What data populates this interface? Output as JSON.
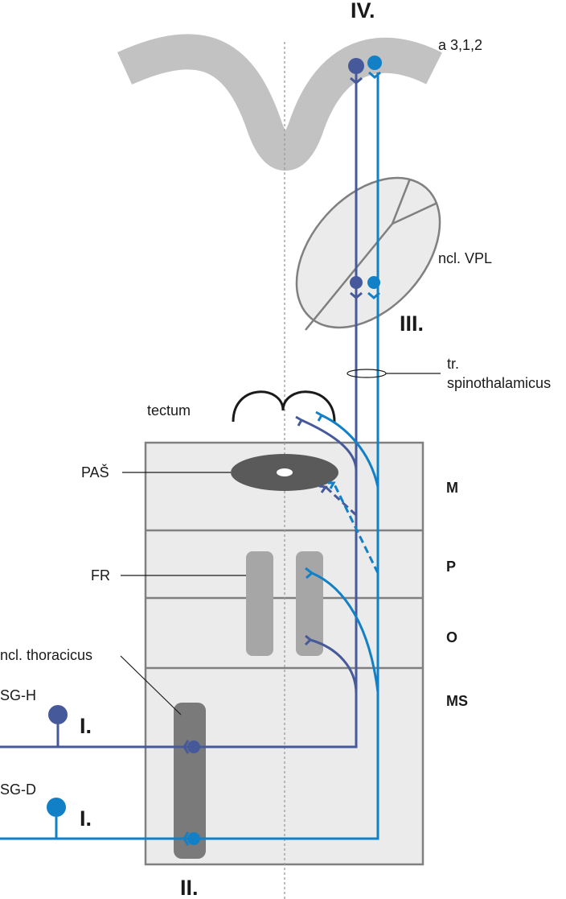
{
  "labels": {
    "top_roman": "IV.",
    "cortex_area": "a 3,1,2",
    "vpl": "ncl. VPL",
    "thalamus_roman": "III.",
    "tract_line1": "tr.",
    "tract_line2": "spinothalamicus",
    "tectum": "tectum",
    "pas": "PAŠ",
    "fr": "FR",
    "thoracicus": "ncl. thoracicus",
    "sg_h": "SG-H",
    "sg_d": "SG-D",
    "roman_i_top": "I.",
    "roman_i_bottom": "I.",
    "roman_ii": "II.",
    "seg_m": "M",
    "seg_p": "P",
    "seg_o": "O",
    "seg_ms": "MS"
  },
  "colors": {
    "dark_pathway": "#46599a",
    "light_pathway": "#1280c6",
    "cortex": "#c2c2c2",
    "block_fill": "#ebebeb",
    "block_border": "#808080",
    "pas_fill": "#5a5a5a",
    "fr_fill": "#a6a6a6",
    "thoracicus_fill": "#7a7a7a",
    "vpl_fill": "#ebebeb"
  }
}
